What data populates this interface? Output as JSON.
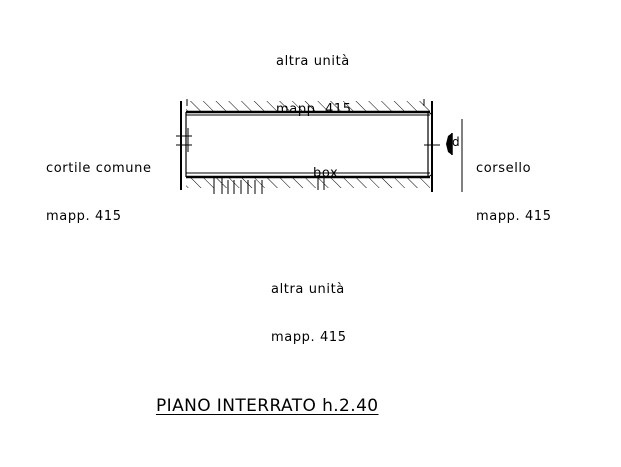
{
  "labels": {
    "north": {
      "line1": "altra unità",
      "line2": "mapp. 415"
    },
    "south": {
      "line1": "altra unità",
      "line2": "mapp. 415"
    },
    "west": {
      "line1": "cortile comune",
      "line2": "mapp. 415"
    },
    "east": {
      "line1": "corsello",
      "line2": "mapp. 415"
    },
    "room": "box",
    "door_mark": "d"
  },
  "title": "PIANO INTERRATO h.2.40",
  "colors": {
    "ink": "#000000",
    "background": "#ffffff"
  }
}
